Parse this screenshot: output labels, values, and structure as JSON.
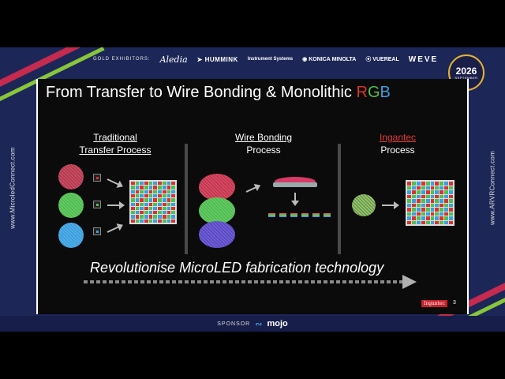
{
  "header": {
    "gold_label": "GOLD EXHIBITORS:",
    "exhibitors": [
      "Aledia",
      "HUMMINK",
      "Instrument Systems",
      "KONICA MINOLTA",
      "VUEREAL",
      "WEVE"
    ],
    "year": "2026",
    "month": "SEPTEMBER"
  },
  "side": {
    "left_url": "www.MicroledConnect.com",
    "right_url": "www.ARVRConnect.com"
  },
  "slide": {
    "title_prefix": "From Transfer to Wire Bonding & Monolithic ",
    "title_r": "R",
    "title_g": "G",
    "title_b": "B",
    "col1_line1": "Traditional",
    "col1_line2": "Transfer Process",
    "col2_line1": "Wire Bonding",
    "col2_line2": "Process",
    "col3_line1": "Ingantec",
    "col3_line2": "Process",
    "banner": "Revolutionise MicroLED fabrication technology",
    "badge": "Ingantec",
    "page_number": "3"
  },
  "footer": {
    "sponsor_label": "SPONSOR",
    "sponsor_name": "mojo"
  },
  "colors": {
    "red": "#d8342c",
    "green": "#4fbf4f",
    "blue": "#3aa0e0",
    "frame": "#1c2757",
    "accent_stripe_red": "#c62a4f",
    "accent_stripe_green": "#88c63a"
  },
  "icons": [
    "arrow-right-icon",
    "arrow-down-icon",
    "mojo-logo-icon"
  ]
}
